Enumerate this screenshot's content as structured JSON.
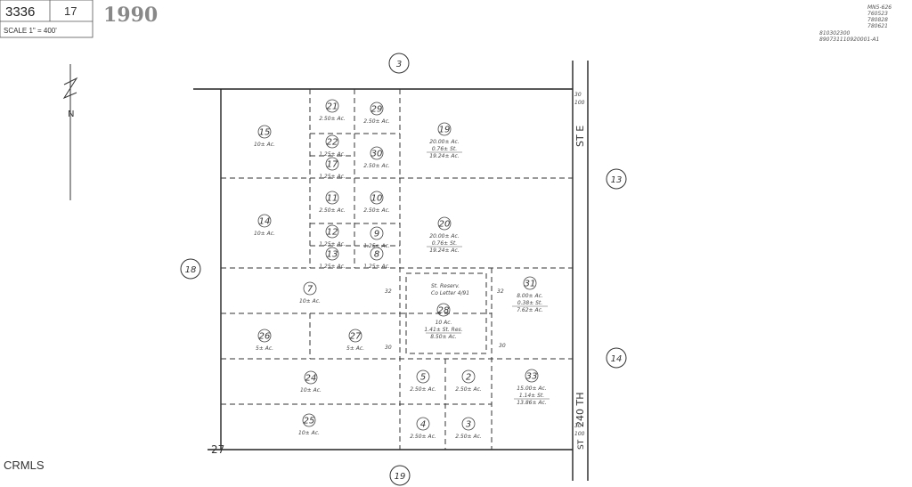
{
  "header": {
    "book": "3336",
    "page": "17",
    "scale_label": "SCALE 1\" = 400'",
    "year": "1990",
    "revision_notes": [
      "MN5-626",
      "760523",
      "780828",
      "780621",
      "810302300",
      "890731110920001-A1"
    ]
  },
  "streets": {
    "east_street": "ST E",
    "east_street_bottom": "240 TH",
    "east_street_prefix": "ST",
    "top_width": "30",
    "top_width_b": "100",
    "bottom_width": "30",
    "bottom_width_b": "100",
    "corner_number": "27"
  },
  "north": {
    "label": "N"
  },
  "neighbor_maps": [
    "3",
    "13",
    "14",
    "18",
    "19"
  ],
  "parcels": [
    {
      "id": "15",
      "acres": "10± Ac."
    },
    {
      "id": "21",
      "acres": "2.50± Ac."
    },
    {
      "id": "29",
      "acres": "2.50± Ac."
    },
    {
      "id": "19",
      "acres": "20.00± Ac.",
      "extra": "0.76± St.",
      "net": "19.24± Ac."
    },
    {
      "id": "22",
      "acres": "1.25± Ac."
    },
    {
      "id": "17",
      "acres": "1.25± Ac."
    },
    {
      "id": "30",
      "acres": "2.50± Ac."
    },
    {
      "id": "14",
      "acres": "10± Ac."
    },
    {
      "id": "11",
      "acres": "2.50± Ac."
    },
    {
      "id": "10",
      "acres": "2.50± Ac."
    },
    {
      "id": "20",
      "acres": "20.00± Ac.",
      "extra": "0.76± St.",
      "net": "19.24± Ac."
    },
    {
      "id": "12",
      "acres": "1.25± Ac."
    },
    {
      "id": "9",
      "acres": "1.25± Ac."
    },
    {
      "id": "13",
      "acres": "1.25± Ac."
    },
    {
      "id": "8",
      "acres": "1.25± Ac."
    },
    {
      "id": "7",
      "acres": "10± Ac."
    },
    {
      "id": "28",
      "acres": "10 Ac.",
      "extra": "1.41± St. Res.",
      "net": "8.50± Ac."
    },
    {
      "id": "31",
      "acres": "8.00± Ac.",
      "extra": "0.38± St.",
      "net": "7.62± Ac."
    },
    {
      "id": "26",
      "acres": "5± Ac."
    },
    {
      "id": "27",
      "acres": "5± Ac."
    },
    {
      "id": "24",
      "acres": "10± Ac."
    },
    {
      "id": "5",
      "acres": "2.50± Ac."
    },
    {
      "id": "2",
      "acres": "2.50± Ac."
    },
    {
      "id": "33",
      "acres": "15.00± Ac.",
      "extra": "1.14± St.",
      "net": "13.86± Ac."
    },
    {
      "id": "25",
      "acres": "10± Ac."
    },
    {
      "id": "4",
      "acres": "2.50± Ac."
    },
    {
      "id": "3",
      "acres": "2.50± Ac."
    }
  ],
  "reservation": {
    "line1": "St. Reserv.",
    "line2": "Co Letter 4/91"
  },
  "dimensions": {
    "d32": "32",
    "d30": "30"
  },
  "watermark": "CRMLS"
}
